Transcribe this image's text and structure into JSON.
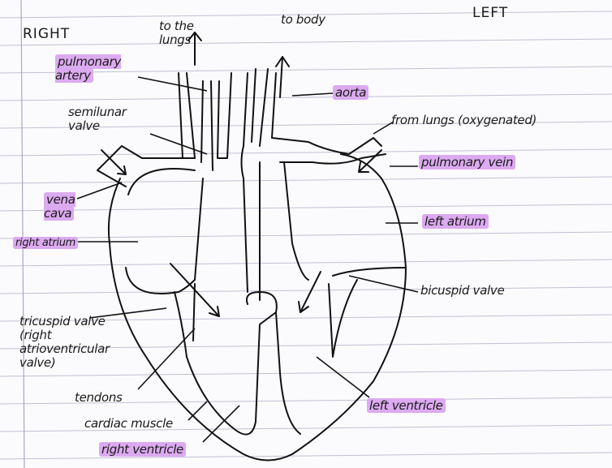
{
  "sides": {
    "right": "RIGHT",
    "left": "LEFT"
  },
  "labels": {
    "to_lungs": "to the lungs",
    "to_body": "to body",
    "pulmonary_artery": "pulmonary artery",
    "aorta": "aorta",
    "semilunar_valve": "semilunar valve",
    "from_lungs": "from lungs (oxygenated)",
    "pulmonary_vein": "pulmonary vein",
    "vena_cava": "vena cava",
    "left_atrium": "left atrium",
    "right_atrium": "right atrium",
    "bicuspid_valve": "bicuspid valve",
    "tricuspid_valve": "tricuspid valve (right atrioventricular valve)",
    "tendons": "tendons",
    "left_ventricle": "left ventricle",
    "cardiac_muscle": "cardiac muscle",
    "right_ventricle": "right ventricle"
  },
  "colors": {
    "highlight": "#dcaaf0",
    "ruled_line": "#b8b8d0",
    "margin_line": "#a8a8c8",
    "ink": "#1a1a1a"
  }
}
